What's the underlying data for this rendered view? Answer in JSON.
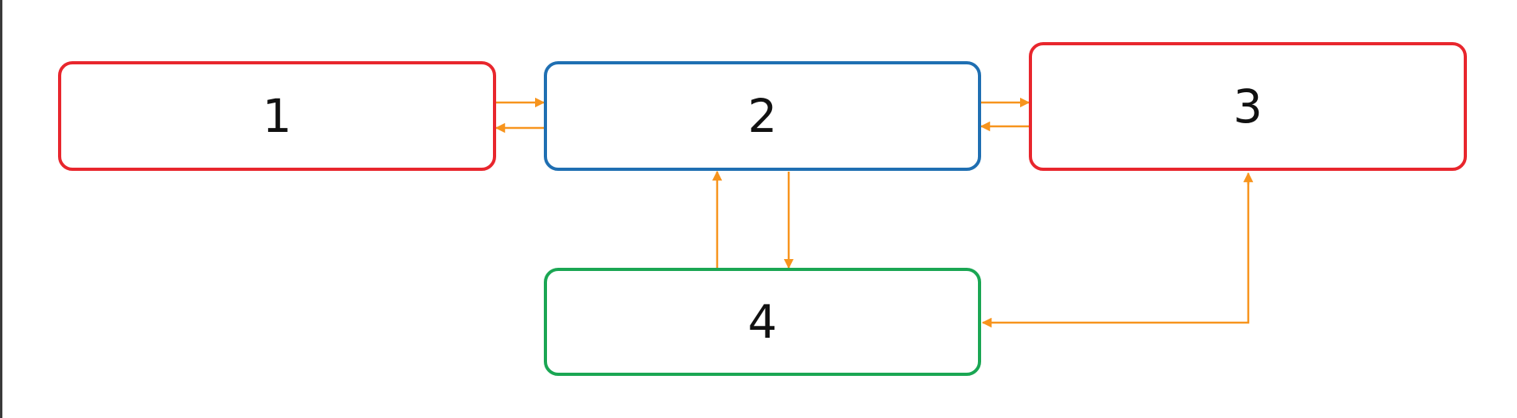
{
  "diagram": {
    "nodes": [
      {
        "id": "n1",
        "label": "1",
        "border_color": "#e8262d"
      },
      {
        "id": "n2",
        "label": "2",
        "border_color": "#1f6fb2"
      },
      {
        "id": "n3",
        "label": "3",
        "border_color": "#e8262d"
      },
      {
        "id": "n4",
        "label": "4",
        "border_color": "#1aa653"
      }
    ],
    "edges": [
      {
        "from": "1",
        "to": "2"
      },
      {
        "from": "2",
        "to": "1"
      },
      {
        "from": "2",
        "to": "3"
      },
      {
        "from": "3",
        "to": "2"
      },
      {
        "from": "2",
        "to": "4"
      },
      {
        "from": "4",
        "to": "2"
      },
      {
        "from": "3",
        "to": "4"
      }
    ],
    "arrow_color": "#f7941d"
  }
}
